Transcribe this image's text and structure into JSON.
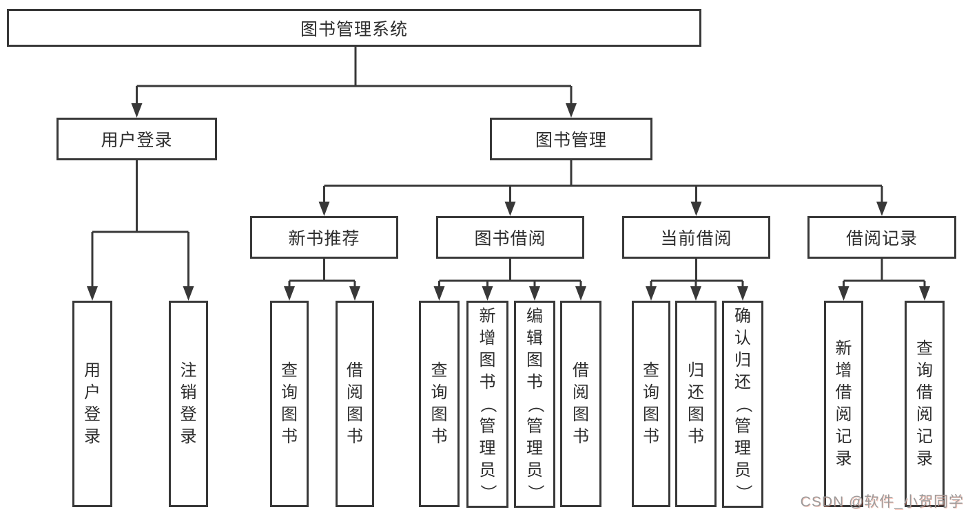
{
  "diagram_title": "图书管理系统",
  "tree": {
    "label": "图书管理系统",
    "children": [
      {
        "label": "用户登录",
        "children": [
          {
            "label": "用户登录"
          },
          {
            "label": "注销登录"
          }
        ]
      },
      {
        "label": "图书管理",
        "children": [
          {
            "label": "新书推荐",
            "children": [
              {
                "label": "查询图书"
              },
              {
                "label": "借阅图书"
              }
            ]
          },
          {
            "label": "图书借阅",
            "children": [
              {
                "label": "查询图书"
              },
              {
                "label": "新增图书（管理员）"
              },
              {
                "label": "编辑图书（管理员）"
              },
              {
                "label": "借阅图书"
              }
            ]
          },
          {
            "label": "当前借阅",
            "children": [
              {
                "label": "查询图书"
              },
              {
                "label": "归还图书"
              },
              {
                "label": "确认归还（管理员）"
              }
            ]
          },
          {
            "label": "借阅记录",
            "children": [
              {
                "label": "新增借阅记录"
              },
              {
                "label": "查询借阅记录"
              }
            ]
          }
        ]
      }
    ]
  },
  "watermark": {
    "text": "CSDN @软件_小贺同学"
  },
  "colors": {
    "line": "#383838",
    "box_border": "#383838",
    "box_fill": "#ffffff",
    "text": "#2d2d2d",
    "watermark_gray": "#9b9b9b",
    "watermark_red": "#fc5531"
  }
}
